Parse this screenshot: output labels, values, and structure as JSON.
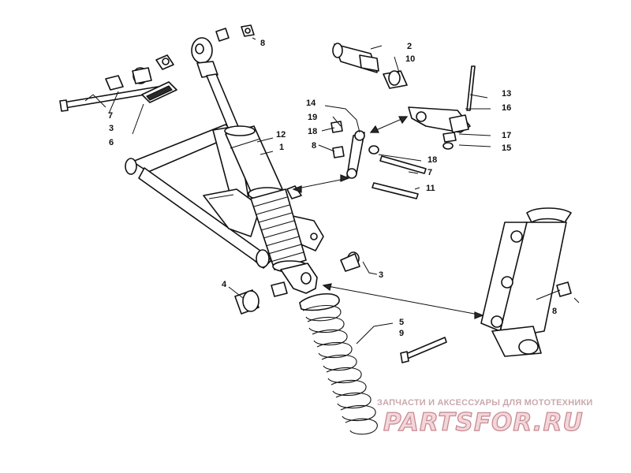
{
  "callouts": {
    "c1": "1",
    "c2": "2",
    "c3a": "3",
    "c3b": "3",
    "c4": "4",
    "c5": "5",
    "c6": "6",
    "c7a": "7",
    "c7b": "7",
    "c8a": "8",
    "c8b": "8",
    "c8c": "8",
    "c9": "9",
    "c10": "10",
    "c11": "11",
    "c12": "12",
    "c13": "13",
    "c14": "14",
    "c15": "15",
    "c16": "16",
    "c17": "17",
    "c18a": "18",
    "c18b": "18",
    "c19": "19"
  },
  "watermark": {
    "subtitle": "ЗАПЧАСТИ И АКСЕССУАРЫ ДЛЯ МОТОТЕХНИКИ",
    "logo": "PARTSFOR.RU"
  }
}
